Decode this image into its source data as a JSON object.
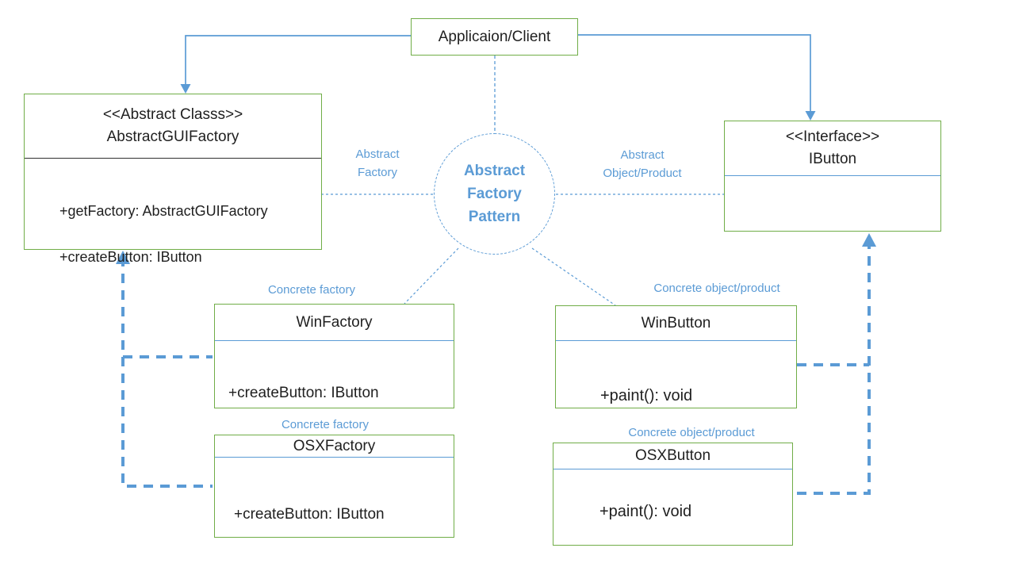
{
  "colors": {
    "box_border_green": "#70AD47",
    "accent_blue": "#5B9BD5",
    "text_black": "#1f1f1f",
    "divider_dark": "#303030"
  },
  "nodes": {
    "client": {
      "title": "Applicaion/Client"
    },
    "abstract_factory": {
      "header": "<<Abstract Classs>>\nAbstractGUIFactory",
      "member1": "+getFactory: AbstractGUIFactory",
      "member2": "+createButton: IButton"
    },
    "ibutton": {
      "header": "<<Interface>>\nIButton"
    },
    "center_circle": {
      "text": "Abstract\nFactory\nPattern"
    },
    "win_factory": {
      "name": "WinFactory",
      "member1": "+createButton: IButton"
    },
    "osx_factory": {
      "name": "OSXFactory",
      "member1": "+createButton: IButton"
    },
    "win_button": {
      "name": "WinButton",
      "member1": "+paint(): void"
    },
    "osx_button": {
      "name": "OSXButton",
      "member1": "+paint(): void"
    }
  },
  "edge_labels": {
    "abstract_factory": "Abstract\nFactory",
    "abstract_product": "Abstract\nObject/Product",
    "concrete_factory_win": "Concrete factory",
    "concrete_factory_osx": "Concrete factory",
    "concrete_product_win": "Concrete object/product",
    "concrete_product_osx": "Concrete object/product"
  }
}
